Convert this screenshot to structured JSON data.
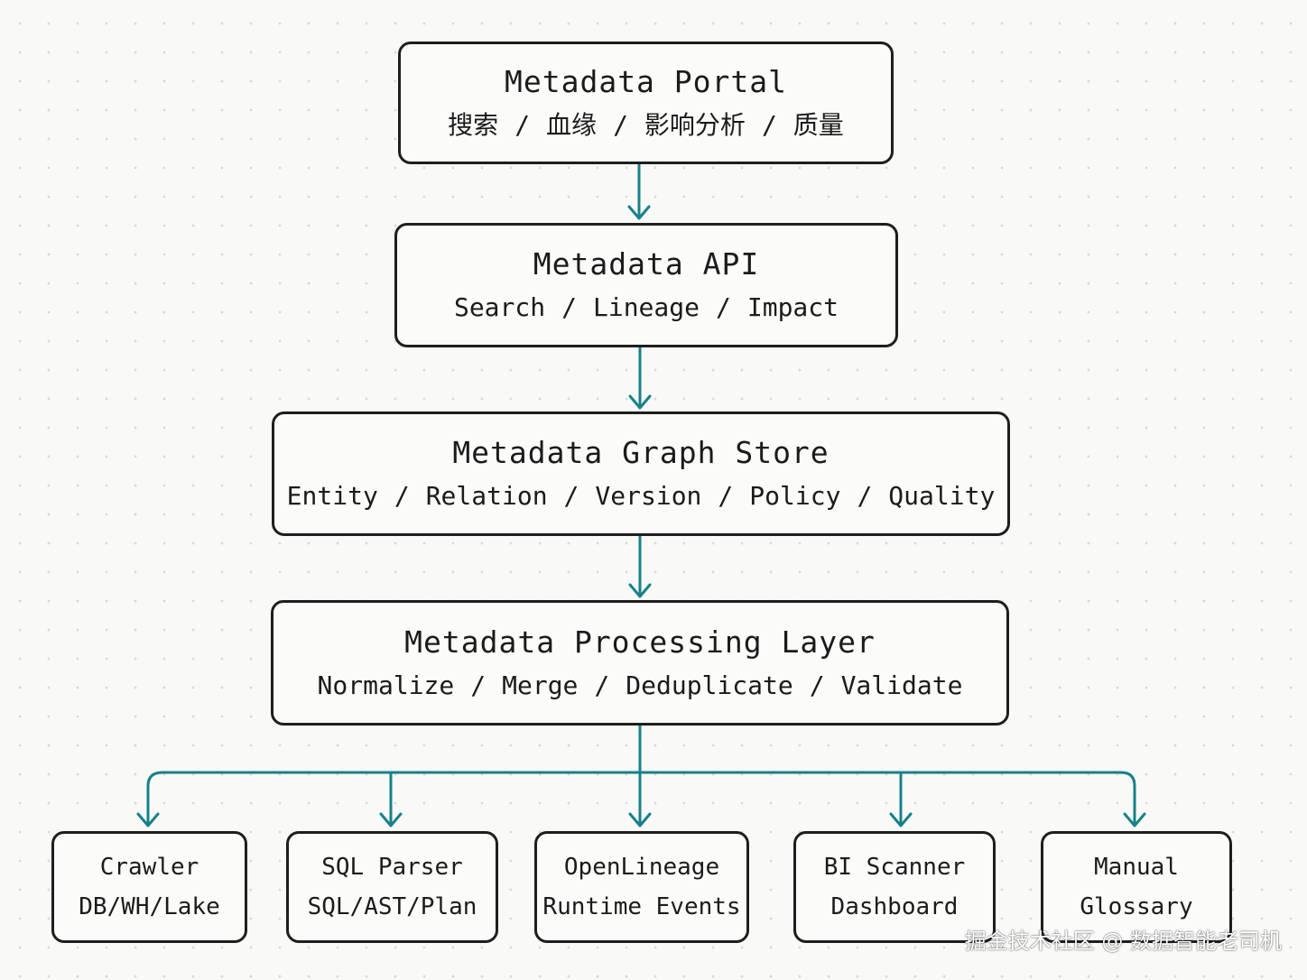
{
  "colors": {
    "arrow": "#17818a",
    "border": "#1e1e1e",
    "background": "#f9f9f7"
  },
  "layers": [
    {
      "title": "Metadata Portal",
      "items": [
        "搜索",
        "血缘",
        "影响分析",
        "质量"
      ]
    },
    {
      "title": "Metadata API",
      "items": [
        "Search",
        "Lineage",
        "Impact"
      ]
    },
    {
      "title": "Metadata Graph Store",
      "items": [
        "Entity",
        "Relation",
        "Version",
        "Policy",
        "Quality"
      ]
    },
    {
      "title": "Metadata Processing Layer",
      "items": [
        "Normalize",
        "Merge",
        "Deduplicate",
        "Validate"
      ]
    }
  ],
  "separator": "/",
  "sources": [
    {
      "title": "Crawler",
      "subtitle": "DB/WH/Lake"
    },
    {
      "title": "SQL Parser",
      "subtitle": "SQL/AST/Plan"
    },
    {
      "title": "OpenLineage",
      "subtitle": "Runtime Events"
    },
    {
      "title": "BI Scanner",
      "subtitle": "Dashboard"
    },
    {
      "title": "Manual",
      "subtitle": "Glossary"
    }
  ],
  "watermark": "掘金技术社区 @ 数据智能老司机"
}
